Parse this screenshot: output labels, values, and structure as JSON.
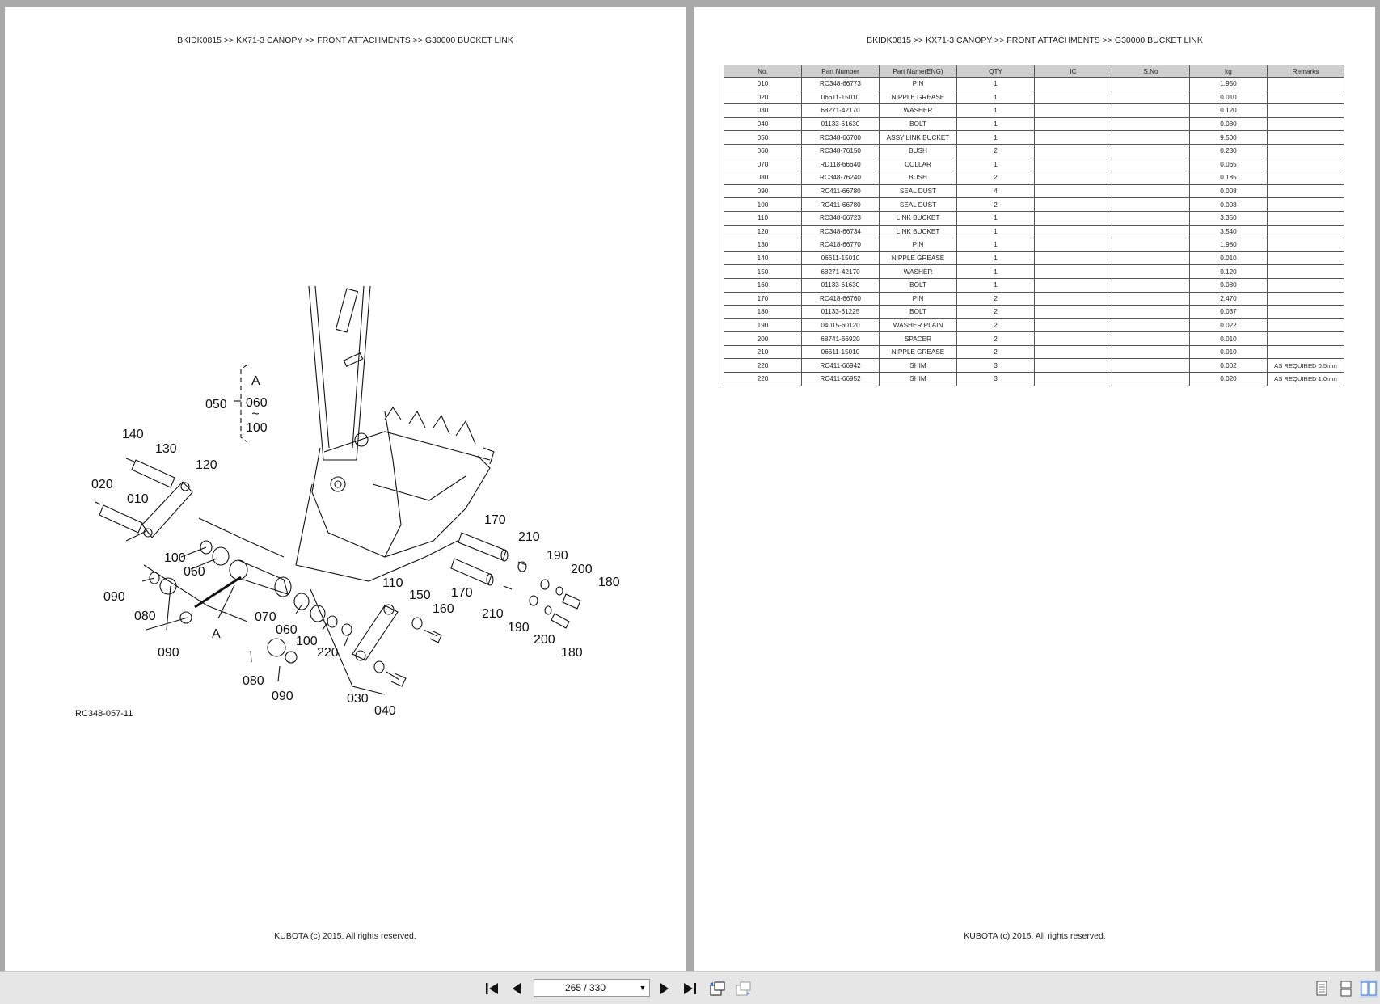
{
  "breadcrumb": "BKIDK0815 >> KX71-3 CANOPY >> FRONT ATTACHMENTS >> G30000   BUCKET LINK",
  "footer": "KUBOTA (c) 2015. All rights reserved.",
  "diagram": {
    "code": "RC348-057-11",
    "labels": [
      "010",
      "020",
      "030",
      "040",
      "050",
      "060",
      "070",
      "080",
      "090",
      "100",
      "110",
      "120",
      "130",
      "140",
      "150",
      "160",
      "170",
      "180",
      "190",
      "200",
      "210",
      "220",
      "A"
    ]
  },
  "table": {
    "headers": [
      "No.",
      "Part Number",
      "Part Name(ENG)",
      "QTY",
      "IC",
      "S.No",
      "kg",
      "Remarks"
    ],
    "rows": [
      [
        "010",
        "RC348-66773",
        "PIN",
        "1",
        "",
        "",
        "1.950",
        ""
      ],
      [
        "020",
        "06611-15010",
        "NIPPLE GREASE",
        "1",
        "",
        "",
        "0.010",
        ""
      ],
      [
        "030",
        "68271-42170",
        "WASHER",
        "1",
        "",
        "",
        "0.120",
        ""
      ],
      [
        "040",
        "01133-61630",
        "BOLT",
        "1",
        "",
        "",
        "0.080",
        ""
      ],
      [
        "050",
        "RC348-66700",
        "ASSY LINK BUCKET",
        "1",
        "",
        "",
        "9.500",
        ""
      ],
      [
        "060",
        "RC348-76150",
        "BUSH",
        "2",
        "",
        "",
        "0.230",
        ""
      ],
      [
        "070",
        "RD118-66640",
        "COLLAR",
        "1",
        "",
        "",
        "0.065",
        ""
      ],
      [
        "080",
        "RC348-76240",
        "BUSH",
        "2",
        "",
        "",
        "0.185",
        ""
      ],
      [
        "090",
        "RC411-66780",
        "SEAL DUST",
        "4",
        "",
        "",
        "0.008",
        ""
      ],
      [
        "100",
        "RC411-66780",
        "SEAL DUST",
        "2",
        "",
        "",
        "0.008",
        ""
      ],
      [
        "110",
        "RC348-66723",
        "LINK BUCKET",
        "1",
        "",
        "",
        "3.350",
        ""
      ],
      [
        "120",
        "RC348-66734",
        "LINK BUCKET",
        "1",
        "",
        "",
        "3.540",
        ""
      ],
      [
        "130",
        "RC418-66770",
        "PIN",
        "1",
        "",
        "",
        "1.980",
        ""
      ],
      [
        "140",
        "06611-15010",
        "NIPPLE GREASE",
        "1",
        "",
        "",
        "0.010",
        ""
      ],
      [
        "150",
        "68271-42170",
        "WASHER",
        "1",
        "",
        "",
        "0.120",
        ""
      ],
      [
        "160",
        "01133-61630",
        "BOLT",
        "1",
        "",
        "",
        "0.080",
        ""
      ],
      [
        "170",
        "RC418-66760",
        "PIN",
        "2",
        "",
        "",
        "2.470",
        ""
      ],
      [
        "180",
        "01133-61225",
        "BOLT",
        "2",
        "",
        "",
        "0.037",
        ""
      ],
      [
        "190",
        "04015-60120",
        "WASHER PLAIN",
        "2",
        "",
        "",
        "0.022",
        ""
      ],
      [
        "200",
        "68741-66920",
        "SPACER",
        "2",
        "",
        "",
        "0.010",
        ""
      ],
      [
        "210",
        "06611-15010",
        "NIPPLE GREASE",
        "2",
        "",
        "",
        "0.010",
        ""
      ],
      [
        "220",
        "RC411-66942",
        "SHIM",
        "3",
        "",
        "",
        "0.002",
        "AS REQUIRED 0.5mm"
      ],
      [
        "220",
        "RC411-66952",
        "SHIM",
        "3",
        "",
        "",
        "0.020",
        "AS REQUIRED 1.0mm"
      ]
    ]
  },
  "toolbar": {
    "page_display": "265 / 330",
    "icons": [
      "first-page-icon",
      "prev-page-icon",
      "next-page-icon",
      "last-page-icon",
      "rotate-left-icon",
      "rotate-right-icon",
      "single-page-icon",
      "continuous-page-icon",
      "two-page-icon"
    ]
  }
}
